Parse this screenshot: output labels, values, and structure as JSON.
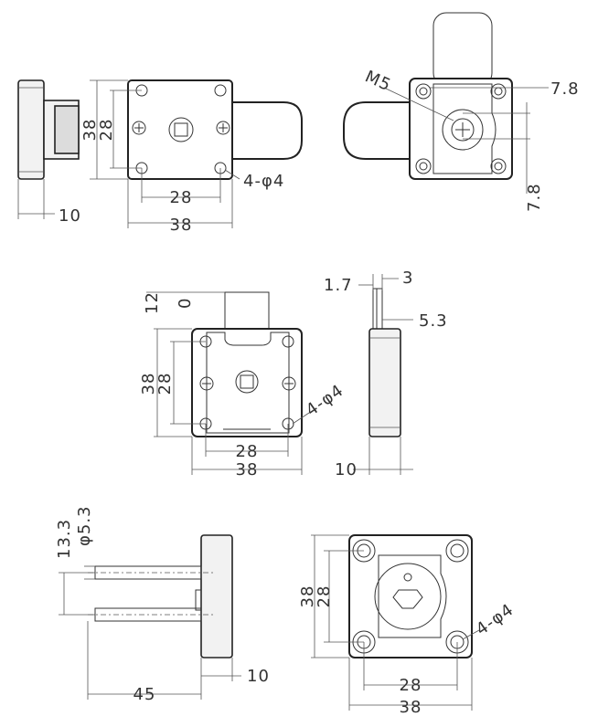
{
  "views": {
    "top_left": {
      "height_outer": "38",
      "height_inner": "28",
      "width_inner": "28",
      "width_outer": "38",
      "thickness": "10",
      "holes": "4-φ4"
    },
    "top_right": {
      "thread": "M5",
      "offset_top": "7.8",
      "offset_bottom": "7.8"
    },
    "middle_front": {
      "bolt_travel": "12",
      "bolt_zero": "0",
      "height_outer": "38",
      "height_inner": "28",
      "width_inner": "28",
      "width_outer": "38",
      "holes": "4-φ4"
    },
    "middle_side": {
      "gap": "1.7",
      "bolt_thickness": "3",
      "bolt_offset": "5.3",
      "thickness": "10"
    },
    "bottom_left": {
      "offset": "13.3",
      "cylinder_dia": "φ5.3",
      "length": "45",
      "thickness": "10"
    },
    "bottom_right": {
      "height_outer": "38",
      "height_inner": "28",
      "width_inner": "28",
      "width_outer": "38",
      "holes": "4-φ4"
    }
  }
}
